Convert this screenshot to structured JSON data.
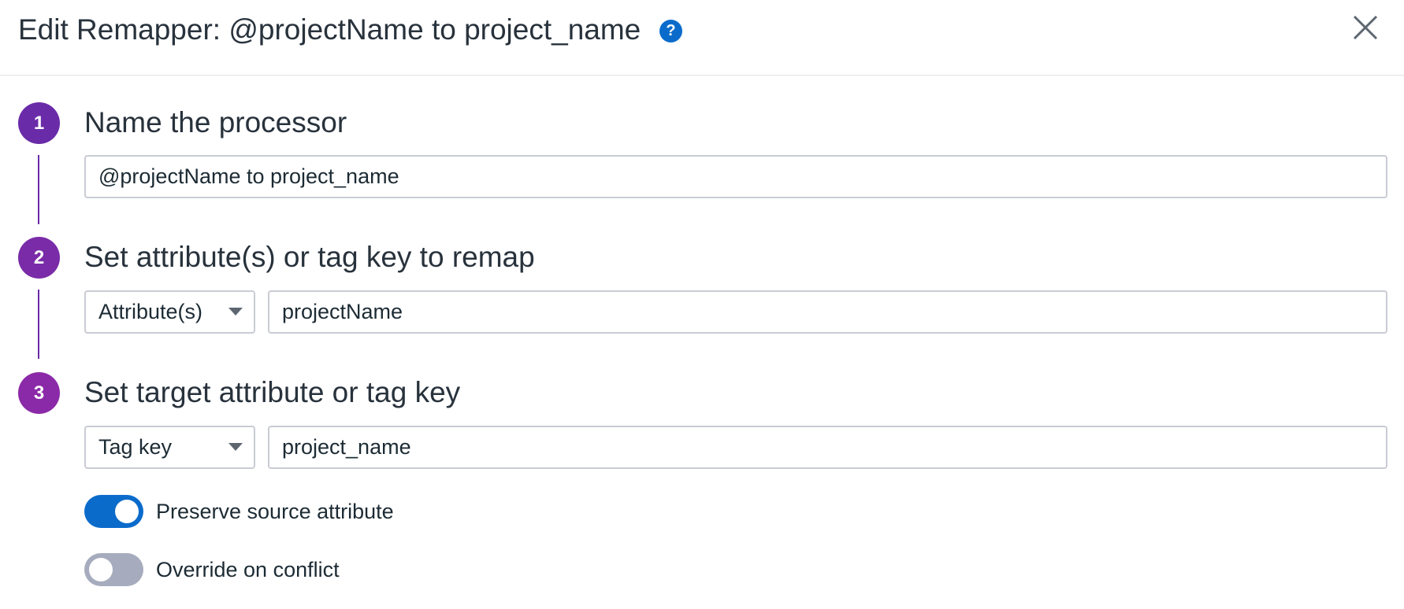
{
  "dialog": {
    "title": "Edit Remapper: @projectName to project_name",
    "help_icon": "question-circle-icon",
    "close_icon": "close-x-icon"
  },
  "colors": {
    "accent": "#6a2ba8",
    "step3": "#8b2aa8",
    "toggle_on": "#0b6bcb",
    "toggle_off": "#a6acbd",
    "help": "#0b6bcb"
  },
  "steps": [
    {
      "number": "1",
      "heading": "Name the processor",
      "name_input": {
        "value": "@projectName to project_name"
      }
    },
    {
      "number": "2",
      "heading": "Set attribute(s) or tag key to remap",
      "source_type": "Attribute(s)",
      "source_input": {
        "value": "projectName"
      }
    },
    {
      "number": "3",
      "heading": "Set target attribute or tag key",
      "target_type": "Tag key",
      "target_input": {
        "value": "project_name"
      }
    }
  ],
  "options": [
    {
      "label": "Preserve source attribute",
      "enabled": true
    },
    {
      "label": "Override on conflict",
      "enabled": false
    }
  ]
}
